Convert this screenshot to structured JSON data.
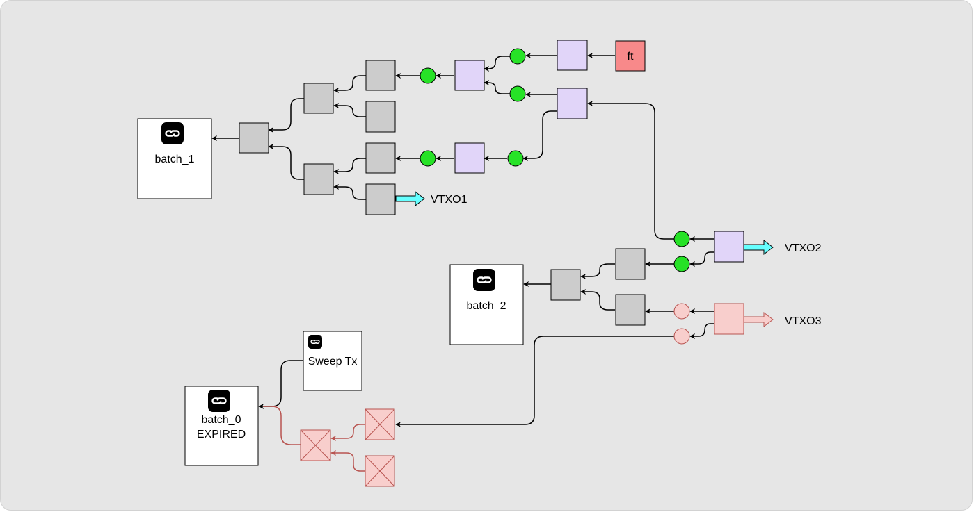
{
  "batches": {
    "batch_0": {
      "name": "batch_0",
      "status": "EXPIRED"
    },
    "batch_1": {
      "name": "batch_1"
    },
    "batch_2": {
      "name": "batch_2"
    }
  },
  "sweep_tx": {
    "label": "Sweep Tx"
  },
  "forfeit": {
    "label": "ft"
  },
  "outputs": {
    "vtxo1": "VTXO1",
    "vtxo2": "VTXO2",
    "vtxo3": "VTXO3"
  },
  "icon": "batch-chain-link-icon",
  "colors": {
    "background": "#e6e6e6",
    "tree_node": "#cccccc",
    "virtual_tx": "#e1d5f9",
    "connector": "#27e227",
    "forfeit": "#f8898a",
    "expired": "#f8cecc",
    "expired_stroke": "#b85450",
    "vtxo_arrow": "#66ffff"
  }
}
